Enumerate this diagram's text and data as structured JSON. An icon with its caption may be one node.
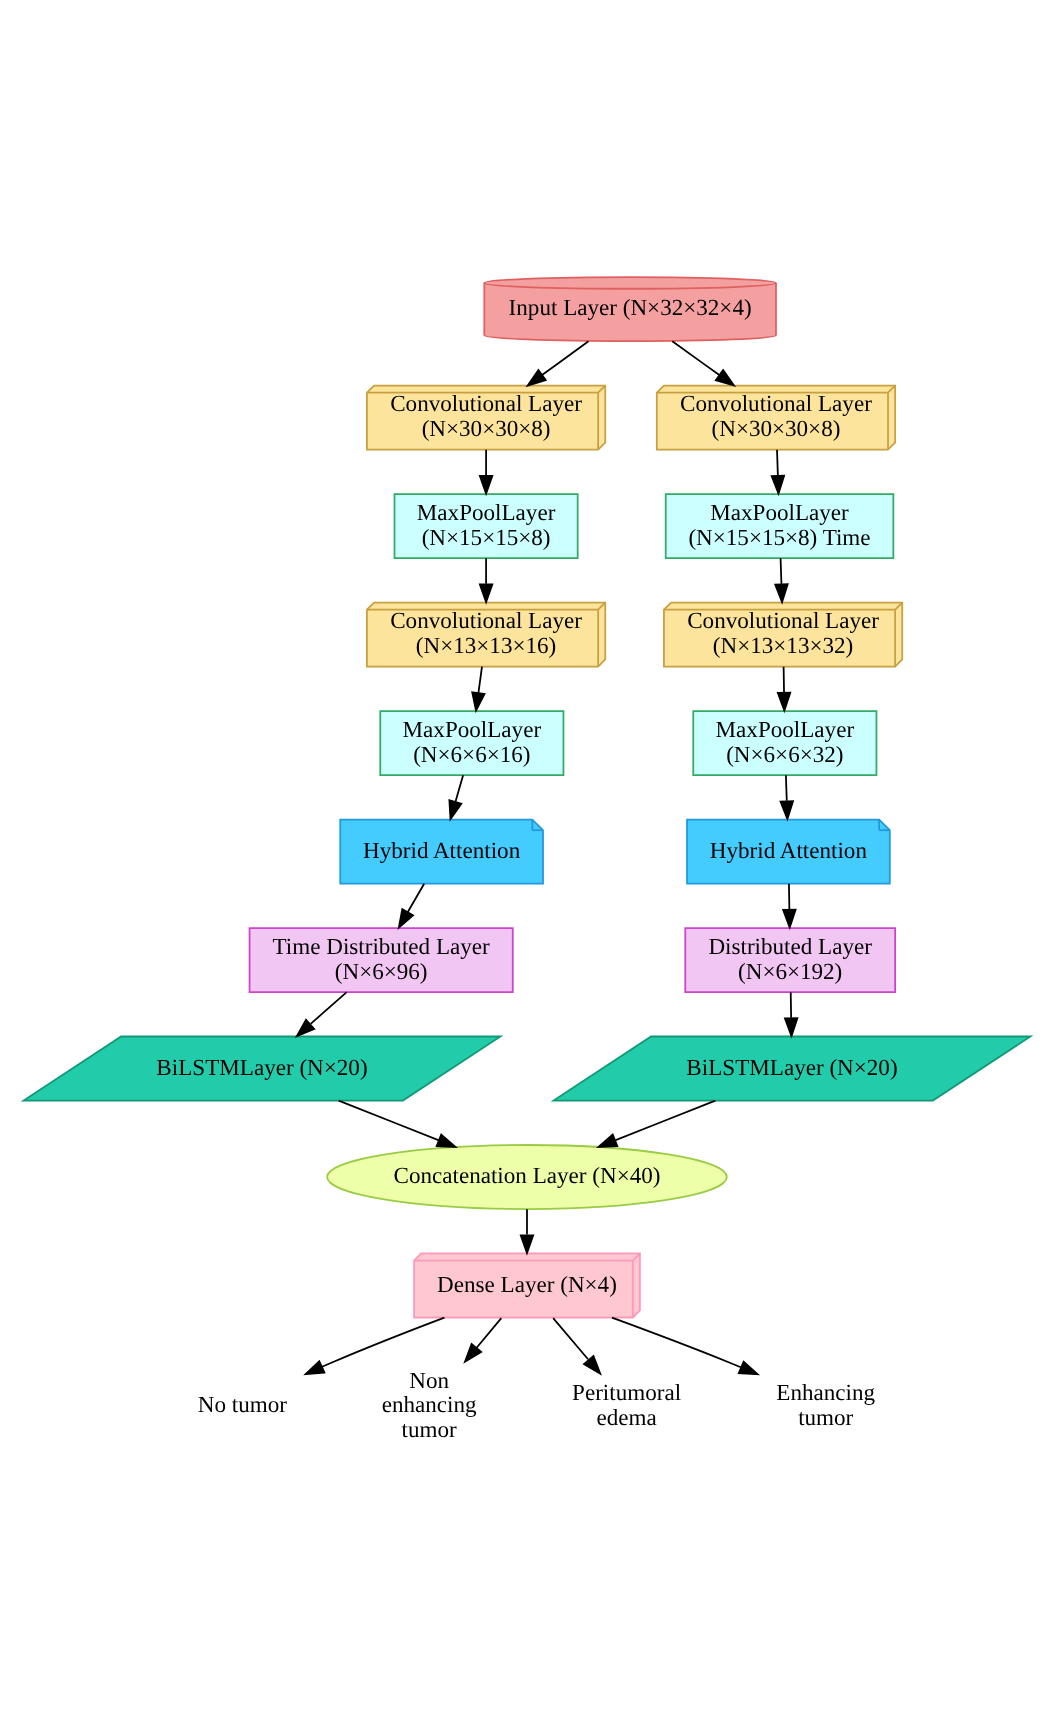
{
  "diagram": {
    "nodes": [
      {
        "text": [
          "Input Layer (N×32×32×4)"
        ]
      },
      {
        "text": [
          "Convolutional Layer",
          "(N×30×30×8)"
        ]
      },
      {
        "text": [
          "MaxPoolLayer",
          "(N×15×15×8)"
        ]
      },
      {
        "text": [
          "Convolutional Layer",
          "(N×13×13×16)"
        ]
      },
      {
        "text": [
          "MaxPoolLayer",
          "(N×6×6×16)"
        ]
      },
      {
        "text": [
          "Hybrid Attention"
        ]
      },
      {
        "text": [
          "Time Distributed Layer",
          "(N×6×96)"
        ]
      },
      {
        "text": [
          "BiLSTMLayer (N×20)"
        ]
      },
      {
        "text": [
          "Convolutional Layer",
          "(N×30×30×8)"
        ]
      },
      {
        "text": [
          "MaxPoolLayer",
          "(N×15×15×8) Time"
        ]
      },
      {
        "text": [
          "Convolutional Layer",
          "(N×13×13×32)"
        ]
      },
      {
        "text": [
          "MaxPoolLayer",
          "(N×6×6×32)"
        ]
      },
      {
        "text": [
          "Hybrid Attention"
        ]
      },
      {
        "text": [
          "Distributed Layer",
          "(N×6×192)"
        ]
      },
      {
        "text": [
          "BiLSTMLayer (N×20)"
        ]
      },
      {
        "text": [
          "Concatenation Layer (N×40)"
        ]
      },
      {
        "text": [
          "Dense Layer (N×4)"
        ]
      },
      {
        "text": [
          "No tumor"
        ]
      },
      {
        "text": [
          "Non enhancing tumor"
        ]
      },
      {
        "text": [
          "Peritumoral edema"
        ]
      },
      {
        "text": [
          "Enhancing tumor"
        ]
      }
    ],
    "edges": [
      {
        "from": 0,
        "to": 1,
        "arrow": "to"
      },
      {
        "from": 0,
        "to": 8,
        "arrow": "to"
      },
      {
        "from": 1,
        "to": 2,
        "arrow": "to"
      },
      {
        "from": 2,
        "to": 3,
        "arrow": "to"
      },
      {
        "from": 3,
        "to": 4,
        "arrow": "to"
      },
      {
        "from": 4,
        "to": 5,
        "arrow": "to"
      },
      {
        "from": 5,
        "to": 6,
        "arrow": "to"
      },
      {
        "from": 6,
        "to": 7,
        "arrow": "to"
      },
      {
        "from": 8,
        "to": 9,
        "arrow": "to"
      },
      {
        "from": 9,
        "to": 10,
        "arrow": "to"
      },
      {
        "from": 10,
        "to": 11,
        "arrow": "to"
      },
      {
        "from": 11,
        "to": 12,
        "arrow": "to"
      },
      {
        "from": 12,
        "to": 13,
        "arrow": "to"
      },
      {
        "from": 13,
        "to": 14,
        "arrow": "to"
      },
      {
        "from": 7,
        "to": 15,
        "arrow": "to"
      },
      {
        "from": 14,
        "to": 15,
        "arrow": "to"
      },
      {
        "from": 15,
        "to": 16,
        "arrow": "to"
      },
      {
        "from": 16,
        "to": 17,
        "arrow": "to"
      },
      {
        "from": 16,
        "to": 18,
        "arrow": "to"
      },
      {
        "from": 16,
        "to": 19,
        "arrow": "to"
      },
      {
        "from": 16,
        "to": 20,
        "arrow": "to"
      }
    ]
  }
}
